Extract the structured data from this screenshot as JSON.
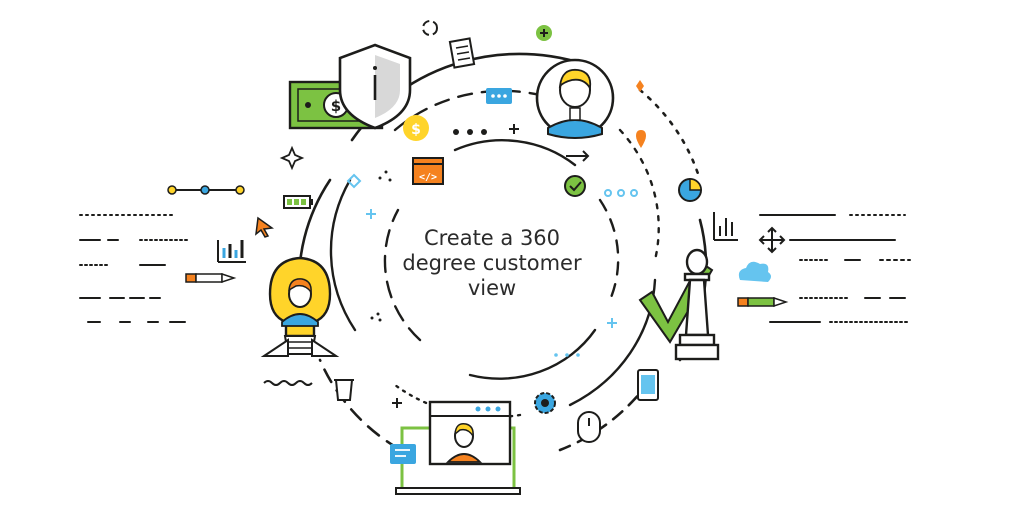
{
  "center_text": {
    "line1": "Create a 360",
    "line2": "degree customer",
    "line3": "view"
  },
  "colors": {
    "outline": "#1d1d1b",
    "accent_yellow": "#ffd42a",
    "accent_green": "#7cc242",
    "accent_blue": "#3aa6e0",
    "accent_orange": "#f5821f",
    "accent_light_blue": "#65c4ef"
  },
  "icons": [
    "shield-icon",
    "dollar-bill-icon",
    "gold-coin-icon",
    "person-avatar-icon",
    "document-icon",
    "chat-bubble-icon",
    "code-window-icon",
    "checkmark-badge-icon",
    "location-pin-icon",
    "pie-chart-icon",
    "bar-chart-icon",
    "move-arrows-icon",
    "cloud-icon",
    "pencil-icon",
    "chess-king-icon",
    "big-checkmark-icon",
    "smartphone-icon",
    "computer-mouse-icon",
    "gear-icon",
    "laptop-video-call-icon",
    "coffee-cup-icon",
    "lightbulb-person-icon",
    "battery-icon",
    "cursor-arrow-icon",
    "slider-icon",
    "sparkle-icon"
  ]
}
